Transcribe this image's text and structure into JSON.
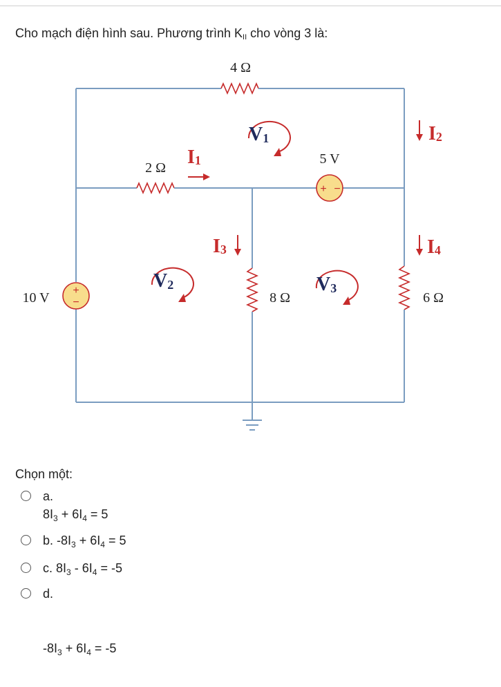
{
  "question": {
    "prefix": "Cho mạch điện hình sau. Phương trình K",
    "sub": "II",
    "suffix": " cho vòng 3 là:"
  },
  "circuit": {
    "r_top": "4 Ω",
    "r_left": "2 Ω",
    "r_mid": "8 Ω",
    "r_right": "6 Ω",
    "src_left": "10 V",
    "src_mid": "5 V",
    "i1": "I",
    "i1_sub": "1",
    "i2": "I",
    "i2_sub": "2",
    "i3": "I",
    "i3_sub": "3",
    "i4": "I",
    "i4_sub": "4",
    "v1": "V",
    "v1_sub": "1",
    "v2": "V",
    "v2_sub": "2",
    "v3": "V",
    "v3_sub": "3",
    "plus": "+",
    "minus": "−",
    "wire_color": "#7a9cc0",
    "accent_color": "#c62b2b",
    "source_fill": "#f8dd8c"
  },
  "choose_label": "Chọn một:",
  "options": [
    {
      "letter": "a.",
      "p1": "8I",
      "s1": "3",
      "p2": " + 6I",
      "s2": "4",
      "p3": " = 5"
    },
    {
      "letter": "b.",
      "p1": "-8I",
      "s1": "3",
      "p2": " + 6I",
      "s2": "4",
      "p3": " = 5"
    },
    {
      "letter": "c.",
      "p1": "8I",
      "s1": "3",
      "p2": " - 6I",
      "s2": "4",
      "p3": " = -5"
    },
    {
      "letter": "d.",
      "p1": "-8I",
      "s1": "3",
      "p2": " + 6I",
      "s2": "4",
      "p3": " = -5"
    }
  ]
}
